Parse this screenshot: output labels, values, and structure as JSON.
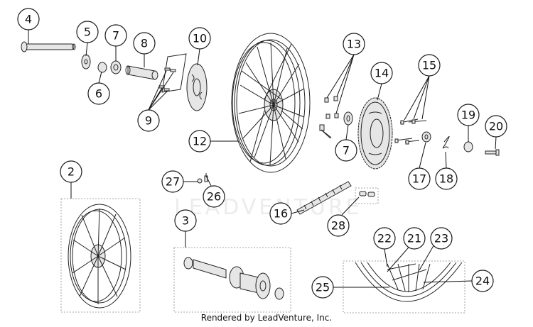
{
  "watermark": "LEADVENTURE",
  "footer": "Rendered by LeadVenture, Inc.",
  "callouts": {
    "c2": "2",
    "c3": "3",
    "c4": "4",
    "c5": "5",
    "c6": "6",
    "c7a": "7",
    "c7b": "7",
    "c8": "8",
    "c9": "9",
    "c10": "10",
    "c12": "12",
    "c13": "13",
    "c14": "14",
    "c15": "15",
    "c16": "16",
    "c17": "17",
    "c18": "18",
    "c19": "19",
    "c20": "20",
    "c21": "21",
    "c22": "22",
    "c23": "23",
    "c24": "24",
    "c25": "25",
    "c26": "26",
    "c27": "27",
    "c28": "28"
  }
}
